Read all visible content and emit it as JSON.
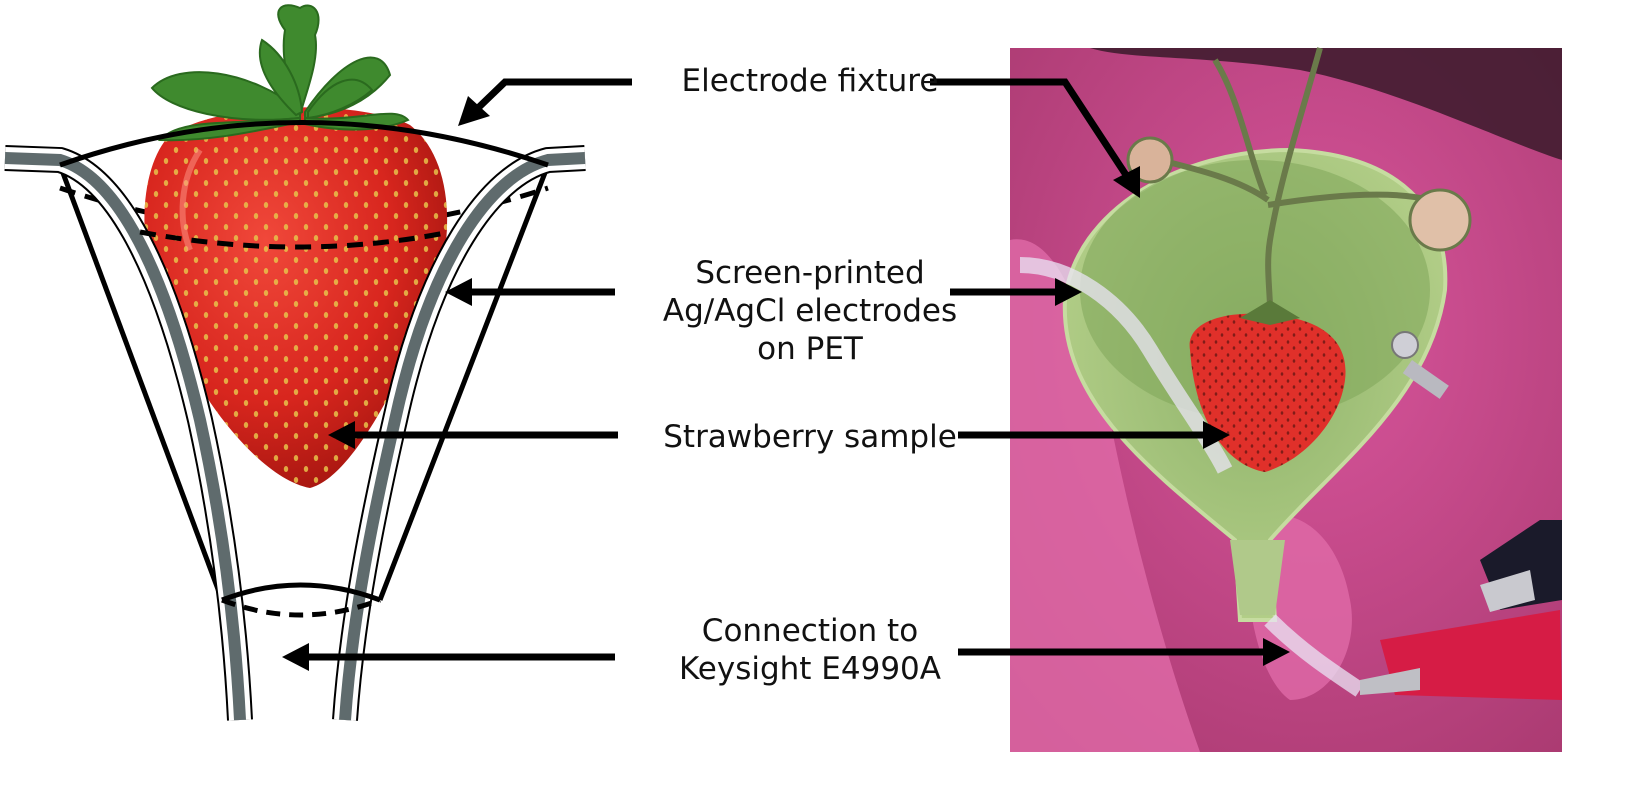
{
  "labels": {
    "fixture": "Electrode fixture",
    "electrodes": [
      "Screen-printed",
      "Ag/AgCl electrodes",
      "on PET"
    ],
    "sample": "Strawberry sample",
    "connection": [
      "Connection to",
      "Keysight E4990A"
    ]
  },
  "colors": {
    "electrode_strip": "#5f6b6d",
    "outline": "#000000",
    "strawberry": "#d8261e",
    "leaves": "#3f8a2e",
    "photo_background": "#c4508f",
    "funnel": "#a6c47a"
  }
}
